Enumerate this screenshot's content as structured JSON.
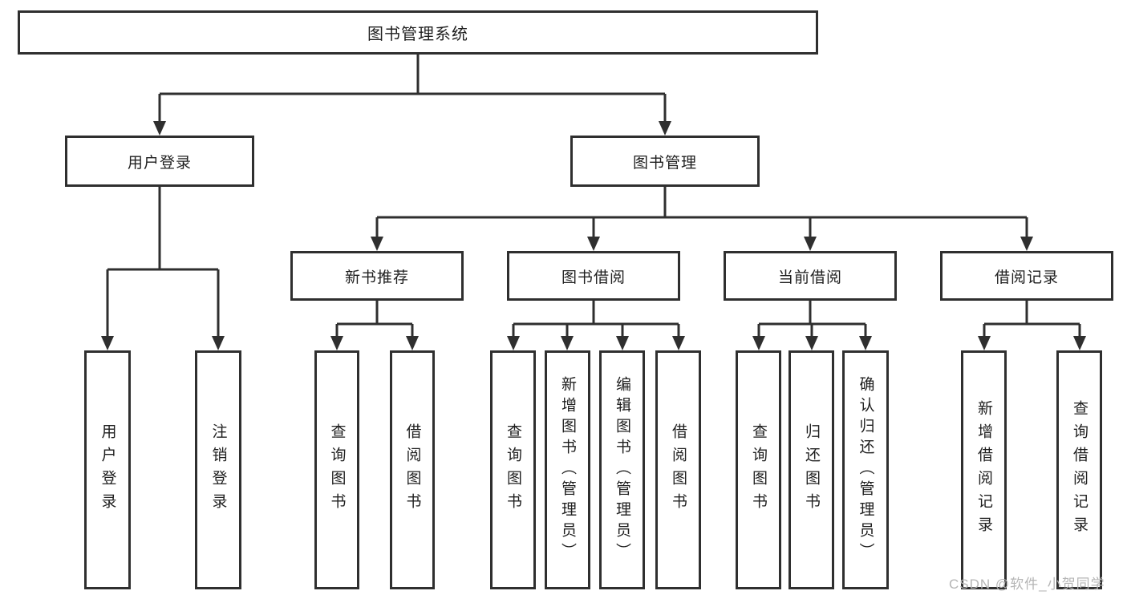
{
  "tree": {
    "label": "图书管理系统",
    "children": [
      {
        "label": "用户登录",
        "children": [
          {
            "label": "用户登录"
          },
          {
            "label": "注销登录"
          }
        ]
      },
      {
        "label": "图书管理",
        "children": [
          {
            "label": "新书推荐",
            "children": [
              {
                "label": "查询图书"
              },
              {
                "label": "借阅图书"
              }
            ]
          },
          {
            "label": "图书借阅",
            "children": [
              {
                "label": "查询图书"
              },
              {
                "label": "新增图书（管理员）"
              },
              {
                "label": "编辑图书（管理员）"
              },
              {
                "label": "借阅图书"
              }
            ]
          },
          {
            "label": "当前借阅",
            "children": [
              {
                "label": "查询图书"
              },
              {
                "label": "归还图书"
              },
              {
                "label": "确认归还（管理员）"
              }
            ]
          },
          {
            "label": "借阅记录",
            "children": [
              {
                "label": "新增借阅记录"
              },
              {
                "label": "查询借阅记录"
              }
            ]
          }
        ]
      }
    ]
  },
  "watermark": {
    "text": "CSDN @软件_小贺同学"
  },
  "colors": {
    "line": "#2f2f2f",
    "box_border": "#2f2f2f",
    "box_background": "#ffffff",
    "text": "#1f1f1f",
    "watermark": "#b5b5b5",
    "background": "#ffffff"
  }
}
